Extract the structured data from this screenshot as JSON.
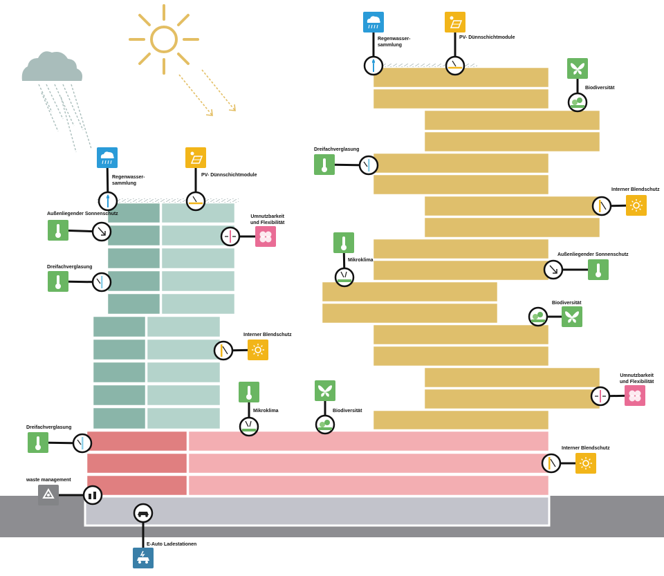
{
  "colors": {
    "teal_dark": "#8ab5a9",
    "teal_light": "#b4d3cb",
    "gold": "#dfbf6c",
    "red_dark": "#e07f80",
    "pink_light": "#f3aeb2",
    "basement": "#c2c3cb",
    "ground": "#8d8d91",
    "icon_green": "#6ab662",
    "icon_blue": "#2a9bd8",
    "icon_yellow": "#f2b519",
    "icon_pink": "#e96c95",
    "icon_gray": "#838487",
    "icon_steelblue": "#3a7fa8",
    "sun": "#e3be63",
    "cloud": "#a9bdbb"
  },
  "labels": {
    "rain_left": "Regenwasser-\nsammlung",
    "pv_left": "PV- Dünnschichtmodule",
    "sunshade_left": "Außenliegender Sonnenschutz",
    "triple_left": "Dreifachverglasung",
    "reuse_left": "Umnutzbarkeit\nund Flexibilität",
    "glare_left": "Interner Blendschutz",
    "microclimate_left": "Mikroklima",
    "biodiv_center": "Biodiversität",
    "triple_podium": "Dreifachverglasung",
    "waste": "waste management",
    "ev": "E-Auto Ladestationen",
    "rain_right": "Regenwasser-\nsammlung",
    "pv_right": "PV- Dünnschichtmodule",
    "biodiv_right_top": "Biodiversität",
    "triple_right": "Dreifachverglasung",
    "glare_right_top": "Interner Blendschutz",
    "microclimate_right": "Mikroklima",
    "sunshade_right": "Außenliegender Sonnenschutz",
    "biodiv_right_mid": "Biodiversität",
    "reuse_right": "Umnutzbarkeit\nund Flexibilität",
    "glare_podium": "Interner Blendschutz"
  },
  "icons": {
    "thermometer": "thermometer-icon",
    "rain": "rain-cloud-icon",
    "solar": "solar-panel-icon",
    "sun": "sun-icon",
    "butterfly": "butterfly-icon",
    "flex": "flexibility-icon",
    "recycle": "recycle-icon",
    "car": "car-charging-icon"
  }
}
